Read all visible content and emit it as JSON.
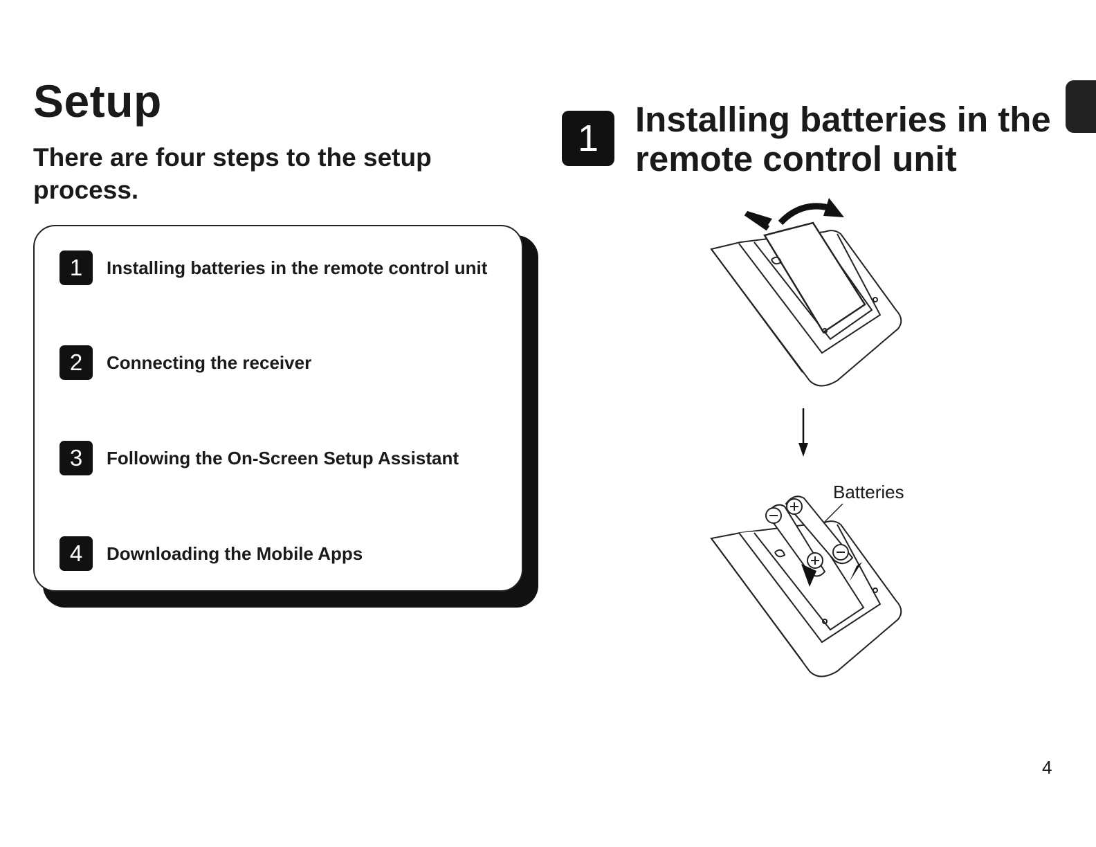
{
  "page": {
    "title": "Setup",
    "intro": "There are four steps to the setup process.",
    "number": "4"
  },
  "steps": [
    {
      "number": "1",
      "label": "Installing batteries in the remote control unit"
    },
    {
      "number": "2",
      "label": "Connecting the receiver"
    },
    {
      "number": "3",
      "label": "Following the On-Screen Setup Assistant"
    },
    {
      "number": "4",
      "label": "Downloading the Mobile Apps"
    }
  ],
  "section": {
    "badge": "1",
    "heading": "Installing batteries in the remote control unit"
  },
  "illustration": {
    "batteries_label": "Batteries"
  }
}
